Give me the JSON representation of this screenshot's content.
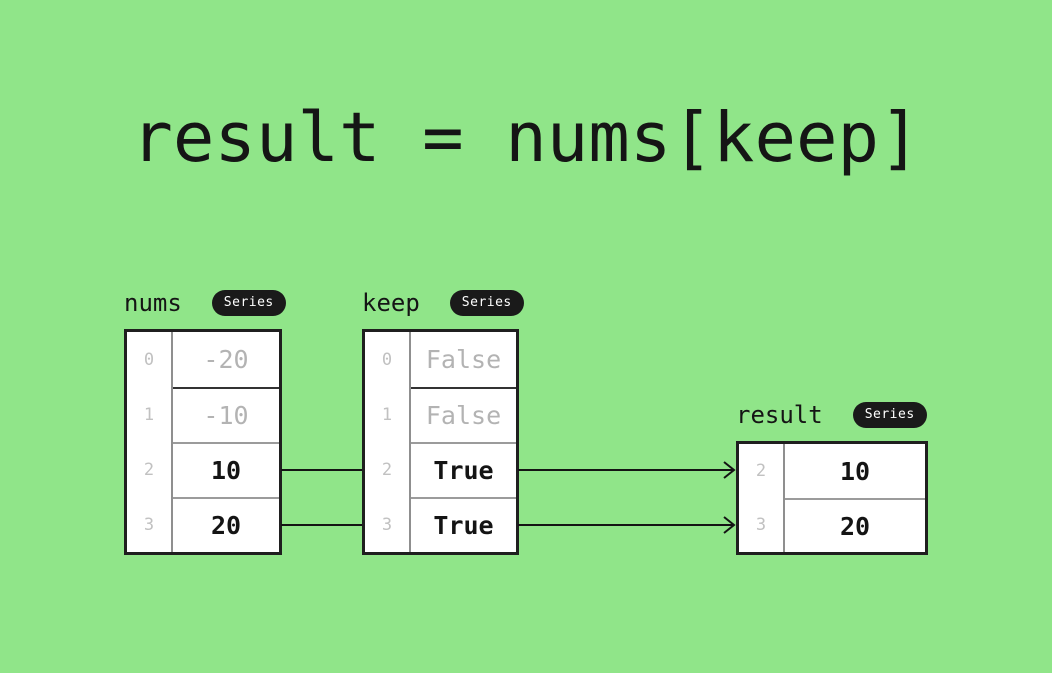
{
  "title": "result = nums[keep]",
  "badge_label": "Series",
  "colors": {
    "background": "#90E589",
    "text": "#151515",
    "badge_background": "#1a1a1a",
    "badge_text": "#ffffff",
    "table_background": "#ffffff",
    "table_border": "#1f1f1f",
    "divider_gray": "#9b9b9b",
    "divider_dark": "#323232",
    "faded_value": "#b3b3b3",
    "index_text": "#c1c1c1",
    "arrow": "#141414"
  },
  "series": {
    "nums": {
      "label": "nums",
      "badge": "Series",
      "rows": [
        {
          "index": "0",
          "value": "-20"
        },
        {
          "index": "1",
          "value": "-10"
        },
        {
          "index": "2",
          "value": "10"
        },
        {
          "index": "3",
          "value": "20"
        }
      ]
    },
    "keep": {
      "label": "keep",
      "badge": "Series",
      "rows": [
        {
          "index": "0",
          "value": "False"
        },
        {
          "index": "1",
          "value": "False"
        },
        {
          "index": "2",
          "value": "True"
        },
        {
          "index": "3",
          "value": "True"
        }
      ]
    },
    "result": {
      "label": "result",
      "badge": "Series",
      "rows": [
        {
          "index": "2",
          "value": "10"
        },
        {
          "index": "3",
          "value": "20"
        }
      ]
    }
  }
}
